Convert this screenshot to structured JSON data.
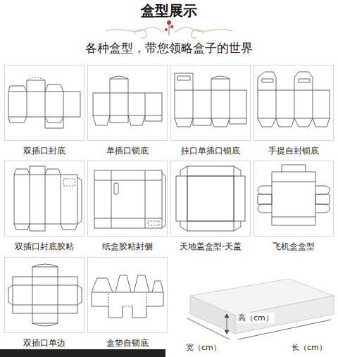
{
  "diagram": {
    "title": "盒型展示",
    "nodes": [
      {
        "text": [
          "双插口封底"
        ]
      },
      {
        "text": [
          "单插口锁底"
        ]
      },
      {
        "text": [
          "挂口单插口锁底"
        ]
      },
      {
        "text": [
          "手提自封锁底"
        ]
      },
      {
        "text": [
          "双插口封底胶粘"
        ]
      },
      {
        "text": [
          "纸盒胶粘封侧"
        ]
      },
      {
        "text": [
          "天地盖盒型-天盖"
        ]
      },
      {
        "text": [
          "飞机盒盒型"
        ]
      },
      {
        "text": [
          "双插口单边"
        ]
      },
      {
        "text": [
          "盒垫自锁底"
        ]
      }
    ],
    "labels": [
      "各种盒型，带您领略盒子的世界",
      "高（cm）",
      "宽（cm）",
      "长（cm）"
    ]
  }
}
